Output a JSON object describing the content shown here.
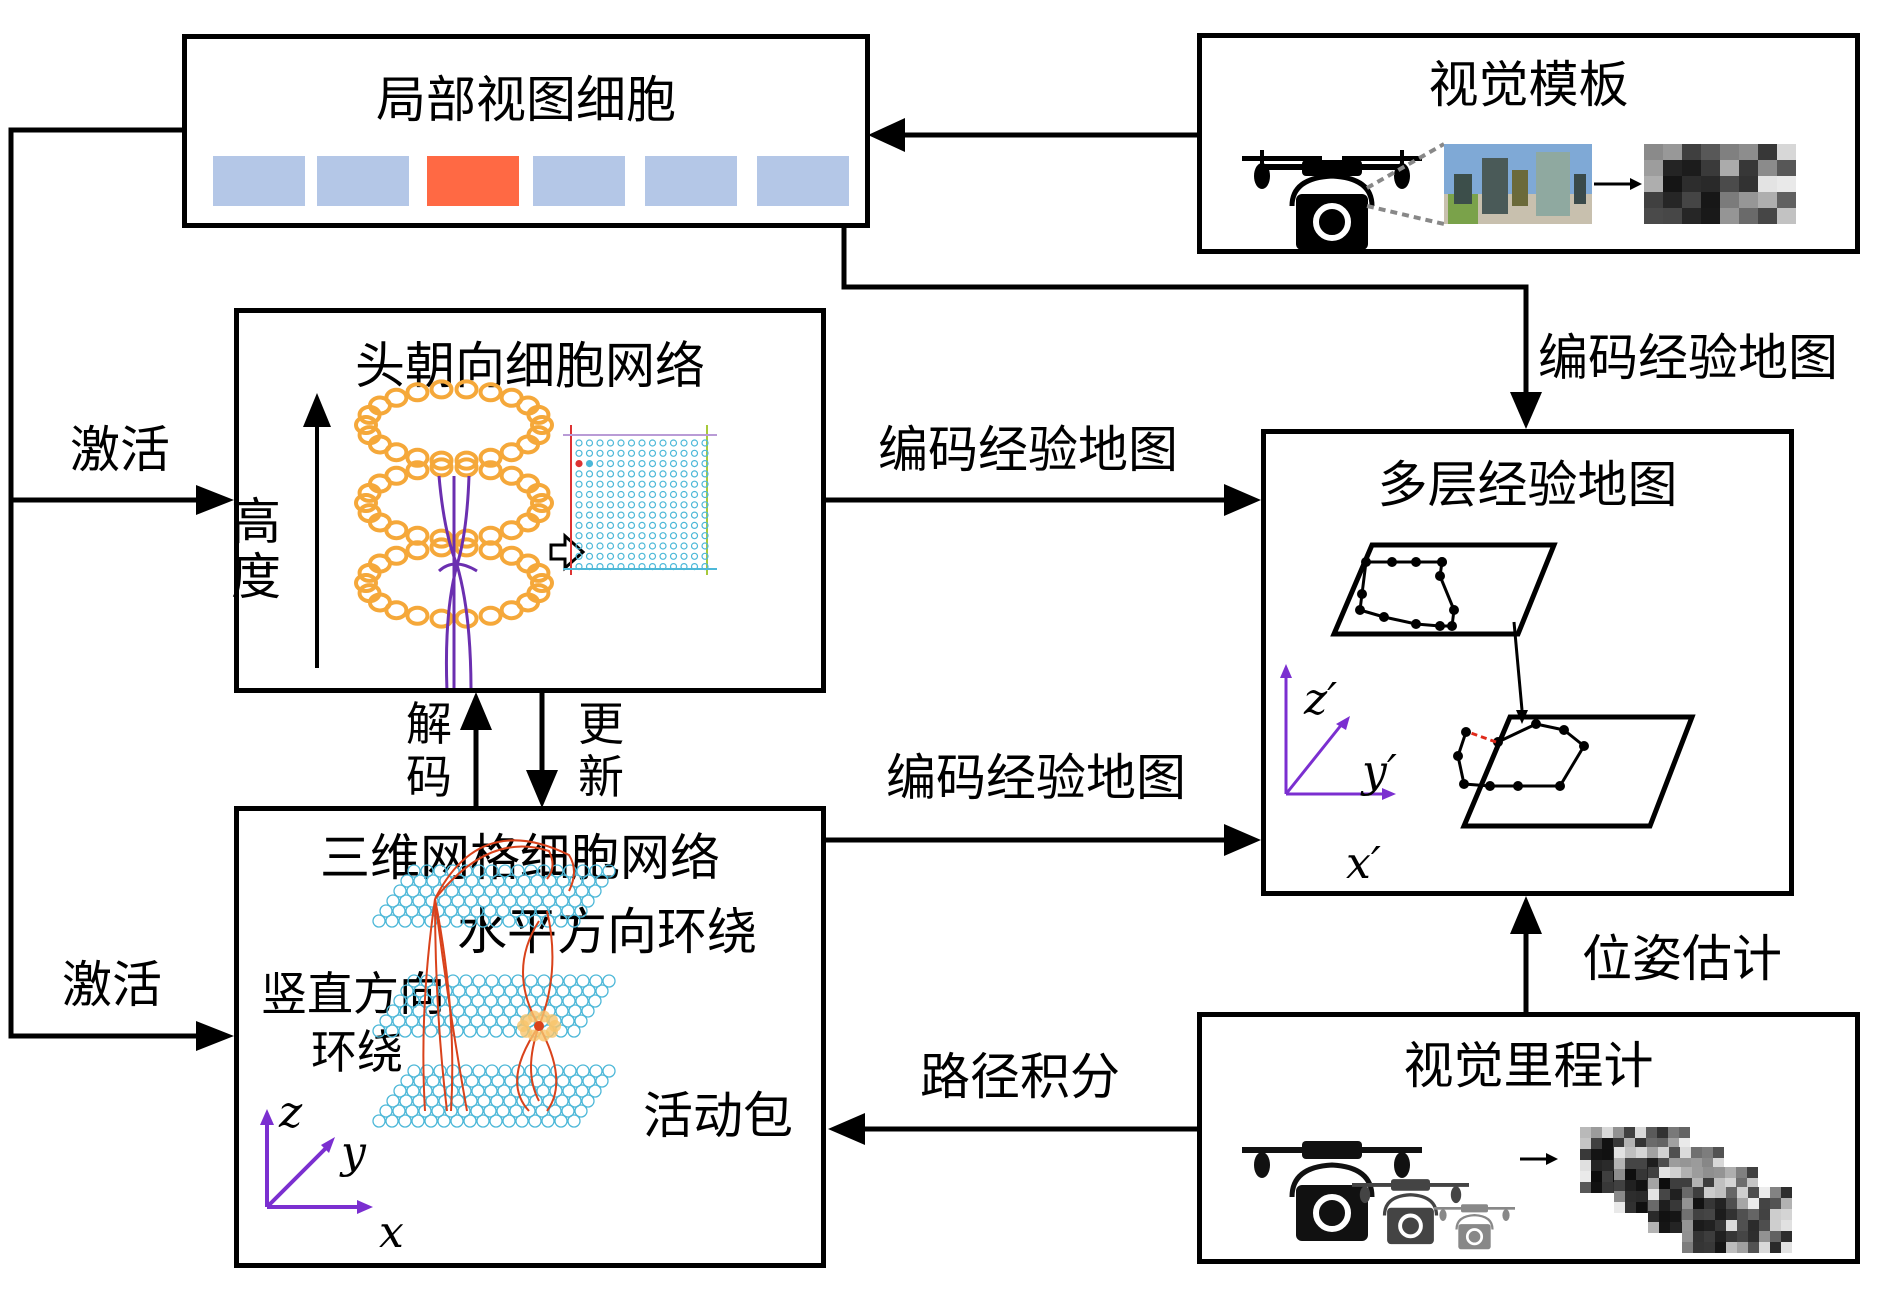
{
  "diagram": {
    "boxes": {
      "local_view": {
        "title": "局部视图细胞",
        "cells": [
          "inactive",
          "inactive",
          "active",
          "inactive",
          "inactive",
          "inactive"
        ]
      },
      "visual_template": {
        "title": "视觉模板"
      },
      "head_direction": {
        "title": "头朝向细胞网络",
        "axis_label": "高度"
      },
      "multilayer_map": {
        "title": "多层经验地图",
        "axes": {
          "x": "x′",
          "y": "y′",
          "z": "z′"
        }
      },
      "grid_network": {
        "title": "三维网格细胞网络",
        "horizontal_label": "水平方向环绕",
        "vertical_label_1": "竖直方向",
        "vertical_label_2": "环绕",
        "bump_label": "活动包",
        "axes": {
          "x": "x",
          "y": "y",
          "z": "z"
        }
      },
      "visual_odometry": {
        "title": "视觉里程计"
      }
    },
    "edges": {
      "activate_top": "激活",
      "activate_bottom": "激活",
      "encode_from_local": "编码经验地图",
      "encode_from_hd": "编码经验地图",
      "encode_from_grid": "编码经验地图",
      "decode_1": "解",
      "decode_2": "码",
      "update_1": "更",
      "update_2": "新",
      "path_integration": "路径积分",
      "pose_estimation": "位姿估计"
    },
    "colors": {
      "cell_inactive": "#b4c7e7",
      "cell_active": "#ff6944",
      "ring": "#f5a83a",
      "link": "#6b2fb0",
      "grid_cell": "#4db8d8",
      "axis": "#7b2fd0",
      "trace": "#d9421b"
    }
  }
}
